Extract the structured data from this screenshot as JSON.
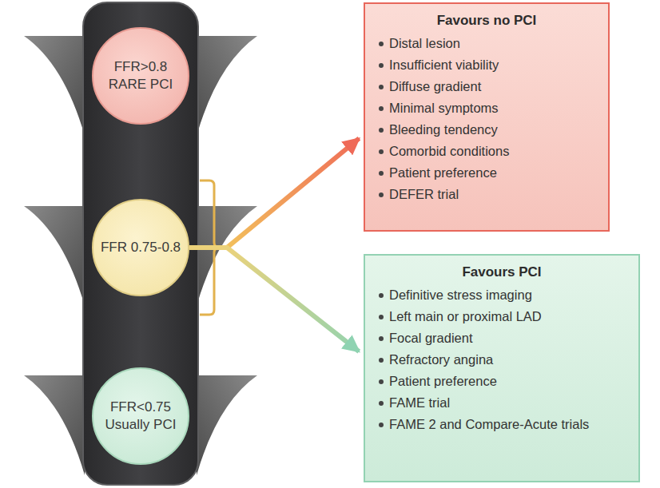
{
  "diagram": {
    "nodes": [
      {
        "text": [
          "FFR>0.8 RARE PCI"
        ]
      },
      {
        "text": [
          "FFR 0.75-0.8"
        ]
      },
      {
        "text": [
          "FFR<0.75 Usually PCI"
        ]
      },
      {
        "text": [
          "Favours no PCI",
          "Distal lesion",
          "Insufficient viability",
          "Diffuse gradient",
          "Minimal symptoms",
          "Bleeding tendency",
          "Comorbid conditions",
          "Patient preference",
          "DEFER trial"
        ]
      },
      {
        "text": [
          "Favours PCI",
          "Definitive stress imaging",
          "Left main or proximal LAD",
          "Focal gradient",
          "Refractory angina",
          "Patient preference",
          "FAME trial",
          "FAME 2 and Compare-Acute trials"
        ]
      }
    ],
    "edges": [
      {
        "from": 1,
        "to": 3,
        "arrow": "to"
      },
      {
        "from": 1,
        "to": 4,
        "arrow": "to"
      }
    ]
  }
}
